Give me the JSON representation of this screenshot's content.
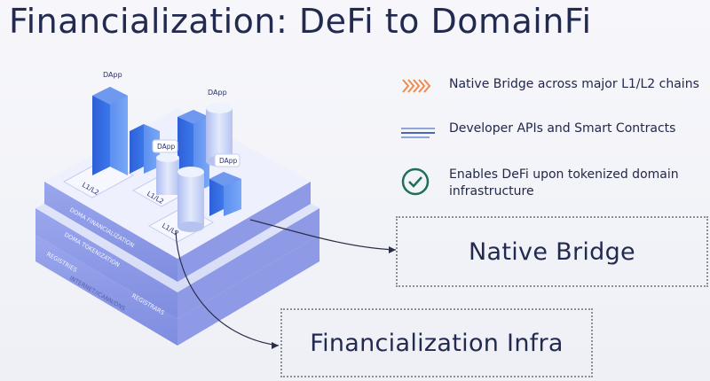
{
  "slide": {
    "title": "Financialization: DeFi to DomainFi"
  },
  "features": [
    {
      "icon": "orange-chevrons-icon",
      "text": "Native Bridge across major L1/L2 chains"
    },
    {
      "icon": "blue-lines-icon",
      "text": "Developer APIs and Smart Contracts"
    },
    {
      "icon": "green-check-circle-icon",
      "text": "Enables DeFi upon tokenized domain infrastructure"
    }
  ],
  "callouts": {
    "native_bridge": "Native Bridge",
    "financialization_infra": "Financialization Infra"
  },
  "diagram": {
    "dapp_labels": [
      "DApp",
      "DApp",
      "DApp",
      "DApp"
    ],
    "chain_labels": [
      "L1/L2",
      "L1/L2",
      "L1/L2"
    ],
    "layer_labels": [
      "DOMA FINANCIALIZATION",
      "DOMA TOKENIZATION",
      "REGISTRIES",
      "REGISTRARS",
      "INTERNET/ICANN/DNS"
    ]
  },
  "colors": {
    "orange": "#f08a4b",
    "blue": "#2f6fe0",
    "green": "#1f8a6f",
    "text": "#232a4f"
  }
}
